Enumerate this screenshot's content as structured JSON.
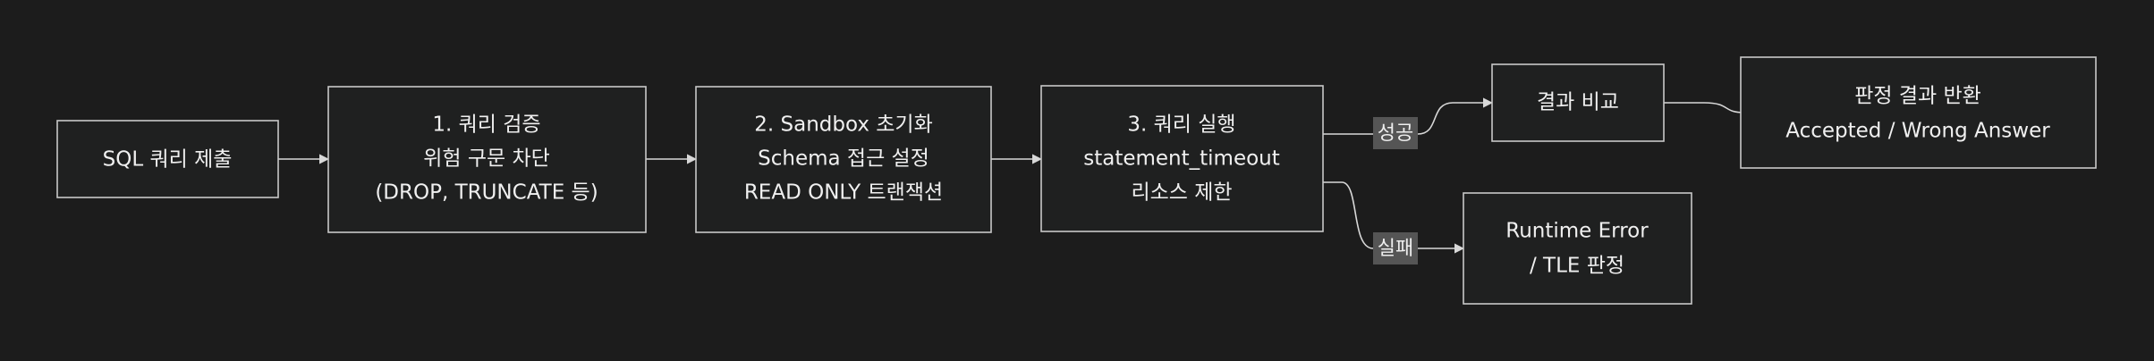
{
  "nodes": {
    "submit": {
      "lines": [
        "SQL 쿼리 제출"
      ]
    },
    "validate": {
      "lines": [
        "1. 쿼리 검증",
        "위험 구문 차단",
        "(DROP, TRUNCATE 등)"
      ]
    },
    "sandbox": {
      "lines": [
        "2. Sandbox 초기화",
        "Schema 접근 설정",
        "READ ONLY 트랜잭션"
      ]
    },
    "execute": {
      "lines": [
        "3. 쿼리 실행",
        "statement_timeout",
        "리소스 제한"
      ]
    },
    "compare": {
      "lines": [
        "결과 비교"
      ]
    },
    "verdict": {
      "lines": [
        "판정 결과 반환",
        "Accepted / Wrong Answer"
      ]
    },
    "error": {
      "lines": [
        "Runtime Error",
        "/ TLE 판정"
      ]
    }
  },
  "edge_labels": {
    "success": "성공",
    "failure": "실패"
  },
  "colors": {
    "background": "#1c1c1c",
    "node_fill": "#1f2020",
    "node_stroke": "#c8c8c8",
    "label_fill": "#555555"
  }
}
